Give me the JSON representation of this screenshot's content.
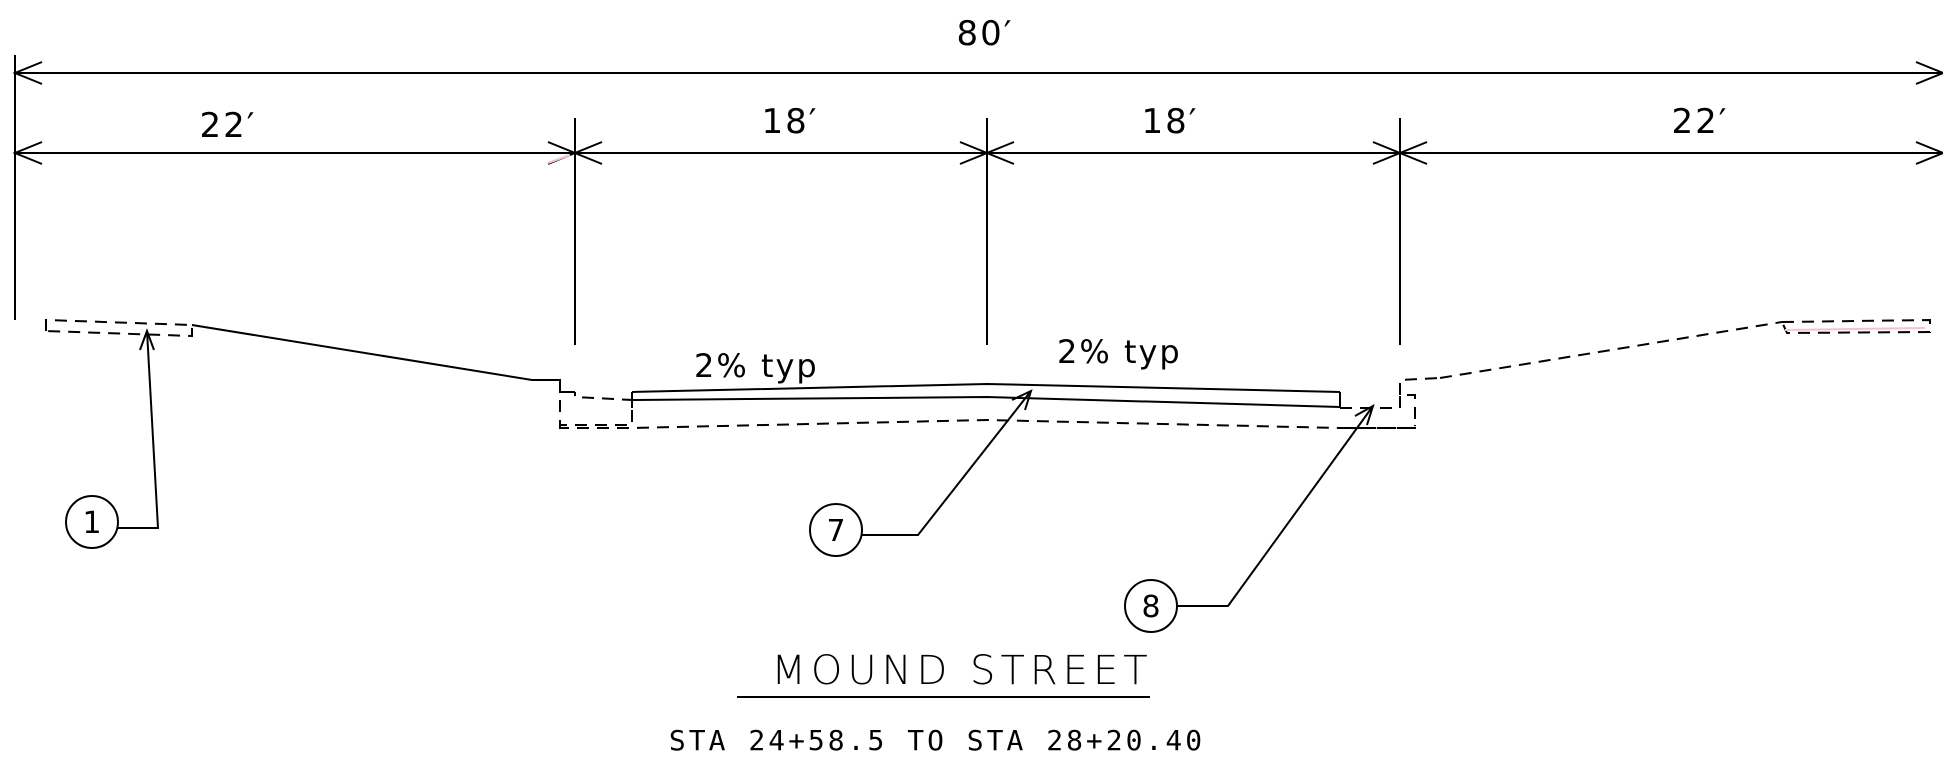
{
  "dimensions": {
    "overall": "80′",
    "segments": [
      "22′",
      "18′",
      "18′",
      "22′"
    ]
  },
  "slopes": {
    "left": "2% typ",
    "right": "2% typ"
  },
  "callouts": [
    "1",
    "7",
    "8"
  ],
  "title": {
    "name": "MOUND STREET",
    "station_range": "STA 24+58.5 TO STA 28+20.40"
  }
}
